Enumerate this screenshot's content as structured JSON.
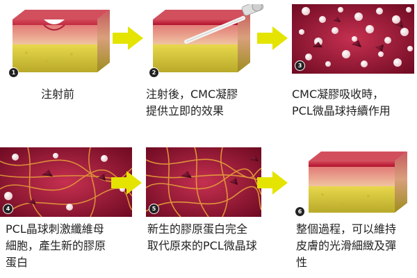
{
  "steps": [
    {
      "number": "1",
      "caption_lines": [
        "注射前"
      ],
      "scene": "skin-block-dented"
    },
    {
      "number": "2",
      "caption_lines": [
        "注射後，CMC凝膠",
        "提供立即的效果"
      ],
      "scene": "skin-block-injection"
    },
    {
      "number": "3",
      "caption_lines": [
        "CMC凝膠吸收時，",
        "PCL微晶球持續作用"
      ],
      "scene": "microspheres"
    },
    {
      "number": "4",
      "caption_lines": [
        "PCL晶球刺激纖維母",
        "細胞，產生新的膠原",
        "蛋白"
      ],
      "scene": "collagen-fibers"
    },
    {
      "number": "5",
      "caption_lines": [
        "新生的膠原蛋白完全",
        "取代原來的PCL微晶球"
      ],
      "scene": "collagen-fibers"
    },
    {
      "number": "6",
      "caption_lines": [
        "整個過程，可以維持",
        "皮膚的光滑細緻及彈",
        "性"
      ],
      "scene": "skin-block-smooth"
    }
  ],
  "arrow_count": 4,
  "colors": {
    "arrow": "#e4e400",
    "skin_top": "#c8123a",
    "skin_mid": "#e9b890",
    "fat": "#d9cb3e",
    "tissue": "#a8183a"
  }
}
